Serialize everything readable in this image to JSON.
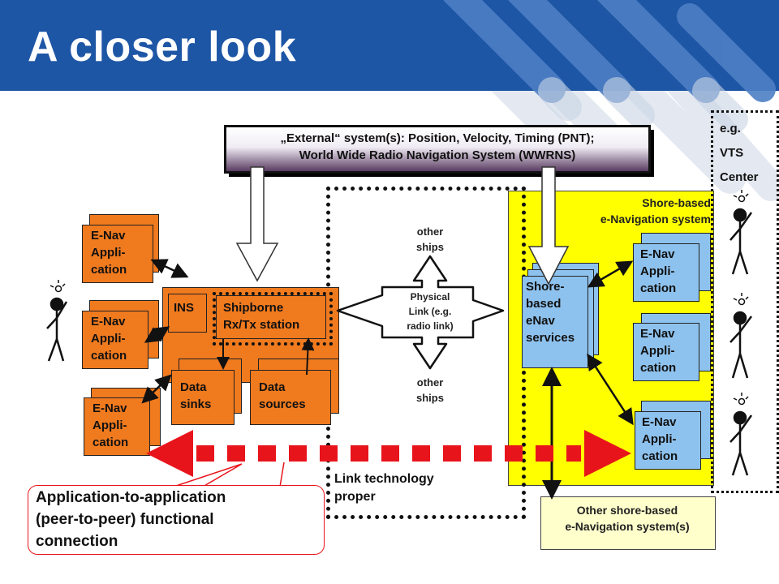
{
  "slide": {
    "title": "A closer look"
  },
  "external_system": {
    "line1": "„External“ system(s): Position, Velocity, Timing (PNT);",
    "line2": "World Wide Radio Navigation System (WWRNS)"
  },
  "enav_app": {
    "line1": "E-Nav",
    "line2": "Appli-",
    "line3": "cation"
  },
  "ship": {
    "ins": "INS",
    "rxtx_line1": "Shipborne",
    "rxtx_line2": "Rx/Tx station",
    "sinks_line1": "Data",
    "sinks_line2": "sinks",
    "sources_line1": "Data",
    "sources_line2": "sources"
  },
  "link": {
    "other_ships_top_1": "other",
    "other_ships_top_2": "ships",
    "physical_1": "Physical",
    "physical_2": "Link (e.g.",
    "physical_3": "radio link)",
    "other_ships_bottom_1": "other",
    "other_ships_bottom_2": "ships",
    "technology_1": "Link technology",
    "technology_2": "proper"
  },
  "shore": {
    "system_line1": "Shore-based",
    "system_line2": "e-Navigation system",
    "services_1": "Shore-",
    "services_2": "based",
    "services_3": "eNav",
    "services_4": "services",
    "other_line1": "Other shore-based",
    "other_line2": "e-Navigation system(s)"
  },
  "vts": {
    "line1": "e.g.",
    "line2": "VTS",
    "line3": "Center"
  },
  "callout": {
    "line1": "Application-to-application",
    "line2": "(peer-to-peer) functional",
    "line3": "connection"
  },
  "colors": {
    "header_blue": "#1e56a6",
    "orange": "#f07a1e",
    "light_blue": "#8ec2ee",
    "yellow": "#ffff00",
    "light_yellow": "#ffffcc",
    "red": "#e8141c"
  }
}
